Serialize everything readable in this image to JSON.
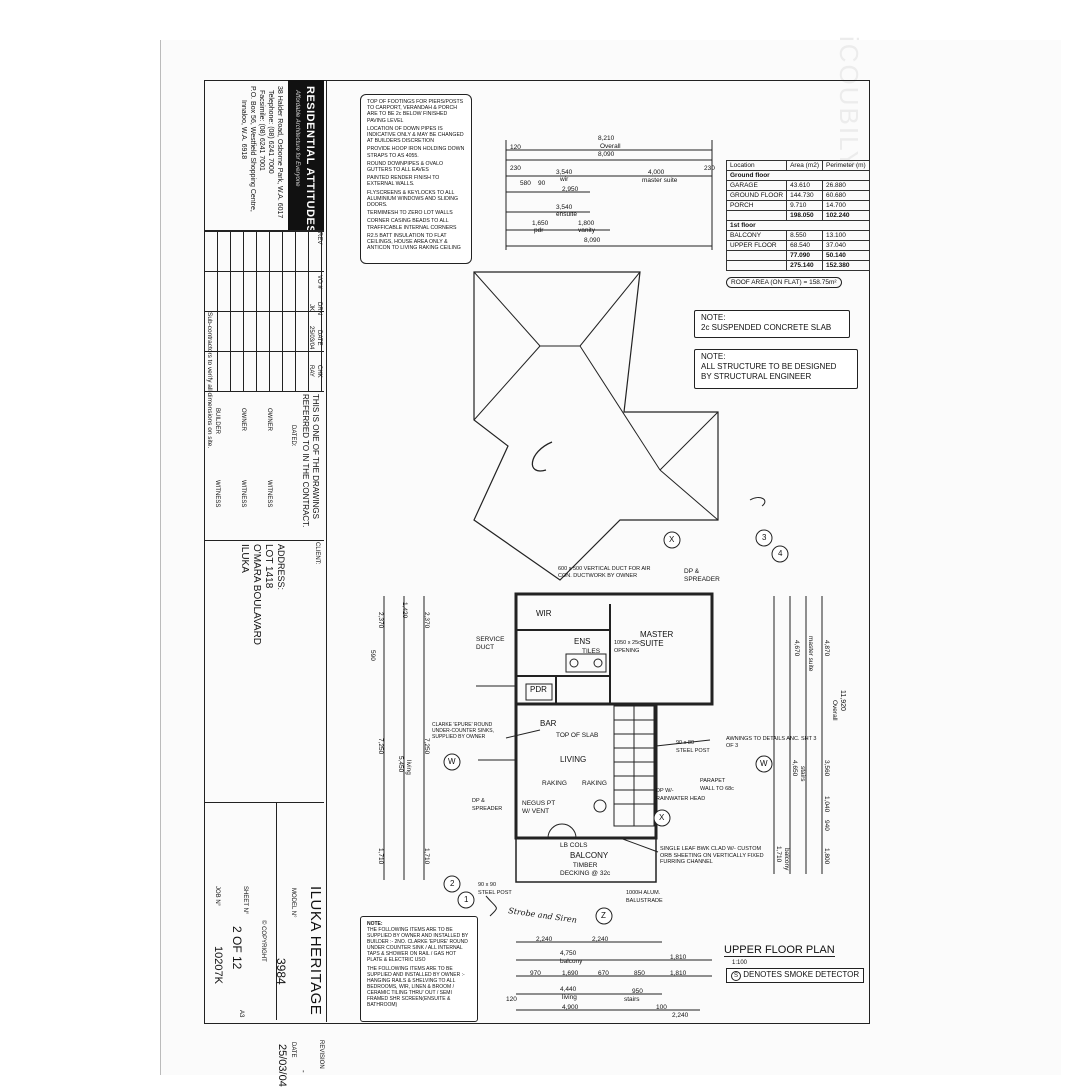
{
  "watermark": "iCOUBILY",
  "title_block": {
    "company": "RESIDENTIAL ATTITUDES",
    "tagline": "Affordable Architecture for Everyone",
    "address_lines": [
      "38 Halder Road, Osborne Park, W.A. 6017",
      "Telephone: (08) 6241 7000",
      "Facsimile: (08) 6241 7001",
      "P.O. Box 56, Westfield Shopping Centre,",
      "Innaloo, W.A. 6918"
    ],
    "rev_header": {
      "rev": "REV",
      "vo": "VO #",
      "drn": "DRN",
      "date": "DATE",
      "chk": "CHK"
    },
    "rev_row": {
      "drn": "JK",
      "date": "25/03/04",
      "chk": "RAY"
    },
    "subcontractors_note": "Sub-contractors to verify all dimensions on site.",
    "contract_text": [
      "THIS IS ONE OF THE DRAWINGS",
      "REFERRED TO IN THE CONTRACT."
    ],
    "dated_label": "DATED:",
    "owner_label": "OWNER",
    "witness_label": "WITNESS",
    "builder_label": "BUILDER",
    "client_label": "CLIENT:",
    "address_label": "ADDRESS:",
    "address_value": [
      "LOT 1418",
      "O'MARA BOULAVARD",
      "ILUKA"
    ],
    "project_name": "ILUKA HERITAGE",
    "revision_label": "REVISION",
    "revision_value": "-",
    "model_label": "MODEL N°",
    "model_value": "3984",
    "date_label": "DATE",
    "date_value": "25/03/04",
    "copyright": "© COPYRIGHT",
    "sheet_label": "SHEET N°",
    "sheet_value": "2 OF 12",
    "size_label": "A3",
    "job_label": "JOB N°",
    "job_value": "10207K"
  },
  "notes_top": [
    "TOP OF FOOTINGS FOR PIERS/POSTS TO CARPORT, VERANDAH & PORCH ARE TO BE 2c BELOW FINISHED PAVING LEVEL",
    "LOCATION OF DOWN PIPES IS INDICATIVE ONLY & MAY BE CHANGED AT BUILDERS DISCRETION",
    "PROVIDE HOOP IRON HOLDING DOWN STRAPS TO AS 4055.",
    "ROUND DOWNPIPES & OVALO GUTTERS TO ALL EAVES",
    "PAINTED RENDER FINISH TO EXTERNAL WALLS.",
    "FLYSCREENS & KEYLOCKS TO ALL ALUMINIUM WINDOWS AND SLIDING DOORS.",
    "TERMIMESH TO ZERO LOT WALLS",
    "CORNER CASING BEADS TO ALL TRAFFICABLE INTERNAL CORNERS",
    "R2.5 BATT INSULATION TO FLAT CEILINGS, HOUSE AREA ONLY & ANTICON TO LIVING RAKING CEILING"
  ],
  "area_table": {
    "headers": [
      "Location",
      "Area (m2)",
      "Perimeter (m)"
    ],
    "ground_heading": "Ground floor",
    "ground_rows": [
      [
        "GARAGE",
        "43.610",
        "26.880"
      ],
      [
        "GROUND FLOOR",
        "144.730",
        "60.680"
      ],
      [
        "PORCH",
        "9.710",
        "14.700"
      ]
    ],
    "ground_total": [
      "",
      "198.050",
      "102.240"
    ],
    "first_heading": "1st floor",
    "first_rows": [
      [
        "BALCONY",
        "8.550",
        "13.100"
      ],
      [
        "UPPER FLOOR",
        "68.540",
        "37.040"
      ]
    ],
    "first_total": [
      "",
      "77.090",
      "50.140"
    ],
    "grand_total": [
      "",
      "275.140",
      "152.380"
    ],
    "roof_area": "ROOF AREA (ON FLAT) = 158.75m²"
  },
  "notes_slab": {
    "heading": "NOTE:",
    "text": "2c SUSPENDED CONCRETE SLAB"
  },
  "notes_structure": {
    "heading": "NOTE:",
    "lines": [
      "ALL STRUCTURE TO BE DESIGNED",
      "BY STRUCTURAL ENGINEER"
    ]
  },
  "dims_top": {
    "overall_a": "8,210",
    "overall_label": "Overall",
    "overall_b": "8,090",
    "d120": "120",
    "d3540": "3,540",
    "wir": "wir",
    "d4000": "4,000",
    "master_suite": "master suite",
    "d230": "230",
    "d2950": "2,950",
    "d580": "580",
    "d90": "90",
    "d3540b": "3,540",
    "ensuite": "ensuite",
    "d1650": "1,650",
    "pdr": "pdr",
    "d1800": "1,800",
    "vanity": "vanity",
    "d8090": "8,090"
  },
  "rooms": {
    "wir": "WIR",
    "ens": "ENS",
    "tiles": "TILES",
    "master_suite": "MASTER\nSUITE",
    "pdr": "PDR",
    "bar": "BAR",
    "living": "LIVING",
    "top_of_slab": "TOP OF SLAB",
    "balcony": "BALCONY",
    "timber_decking": "TIMBER\nDECKING @ 32c",
    "raking": "RAKING",
    "negus": "NEGUS PT\nW/ VENT"
  },
  "annotations": {
    "vertical_duct": "600 x 500 VERTICAL DUCT FOR AIR CON. DUCTWORK BY OWNER",
    "dp_spreader": "DP &\nSPREADER",
    "service_duct": "SERVICE\nDUCT",
    "clarke_sink": "CLARKE 'EPURE' ROUND UNDER-COUNTER SINKS, SUPPLIED BY OWNER",
    "opening": "1050 x 25c\nOPENING",
    "awnings": "AWNINGS TO DETAILS ANC. SHT 3 OF 3",
    "steel_post": "90 x 80\nSTEEL POST",
    "parapet": "PARAPET\nWALL TO 68c",
    "dp_rainwater": "DP W/-\nRAINWATER HEAD",
    "single_leaf": "SINGLE LEAF BWK CLAD W/- CUSTOM ORB SHEETING ON VERTICALLY FIXED FURRING CHANNEL",
    "alum_balustrade": "1000H ALUM.\nBALUSTRADE",
    "steel_post_b": "90 x 90\nSTEEL POST",
    "handwritten": "Strobe and Siren",
    "lb_cols": "LB COLS"
  },
  "dims_right": {
    "overall": "11,920",
    "overall_label": "Overall",
    "d4870": "4,870",
    "master_suite": "master suite",
    "d4670": "4,670",
    "d3560": "3,560",
    "d4650": "4,650",
    "stairs": "stairs",
    "d1040": "1,040",
    "d940": "940",
    "d1800": "1,800",
    "d1710": "1,710",
    "balcony": "balcony"
  },
  "dims_left": {
    "d2370": "2,370",
    "d1420": "1,420",
    "d7250": "7,250",
    "d5450": "5,450",
    "living": "living",
    "d1710": "1,710",
    "d590": "590"
  },
  "dims_bottom": {
    "d2240": "2,240",
    "d4750": "4,750",
    "balcony": "balcony",
    "d1810": "1,810",
    "d970": "970",
    "d1690": "1,690",
    "d670": "670",
    "d850": "850",
    "d4440": "4,440",
    "living": "living",
    "d4900": "4,900",
    "d950": "950",
    "stairs": "stairs",
    "d100": "100",
    "d2240b": "2,240",
    "d120": "120"
  },
  "grid_marks": [
    "X",
    "W",
    "W",
    "X",
    "Z",
    "1",
    "2",
    "3",
    "4"
  ],
  "notes_bottom": {
    "heading": "NOTE:",
    "items": [
      "THE FOLLOWING ITEMS ARE TO BE SUPPLIED BY OWNER AND INSTALLED BY BUILDER :- 2NO. CLARKE 'EPURE' ROUND UNDER COUNTER SINK / ALL INTERNAL TAPS & SHOWER ON RAIL / GAS HOT PLATE & ELECTRIC USO",
      "THE FOLLOWING ITEMS ARE TO BE SUPPLIED AND INSTALLED BY OWNER :- HANGING RAILS & SHELVING TO ALL BEDROOMS, WIR, LINEN & BROOM / CERAMIC TILING THRU' OUT / SEMI FRAMED SHR SCREEN(ENSUITE & BATHROOM)"
    ]
  },
  "plan_title": "UPPER FLOOR PLAN",
  "plan_scale": "1:100",
  "smoke_legend": "DENOTES SMOKE DETECTOR",
  "smoke_symbol": "S"
}
